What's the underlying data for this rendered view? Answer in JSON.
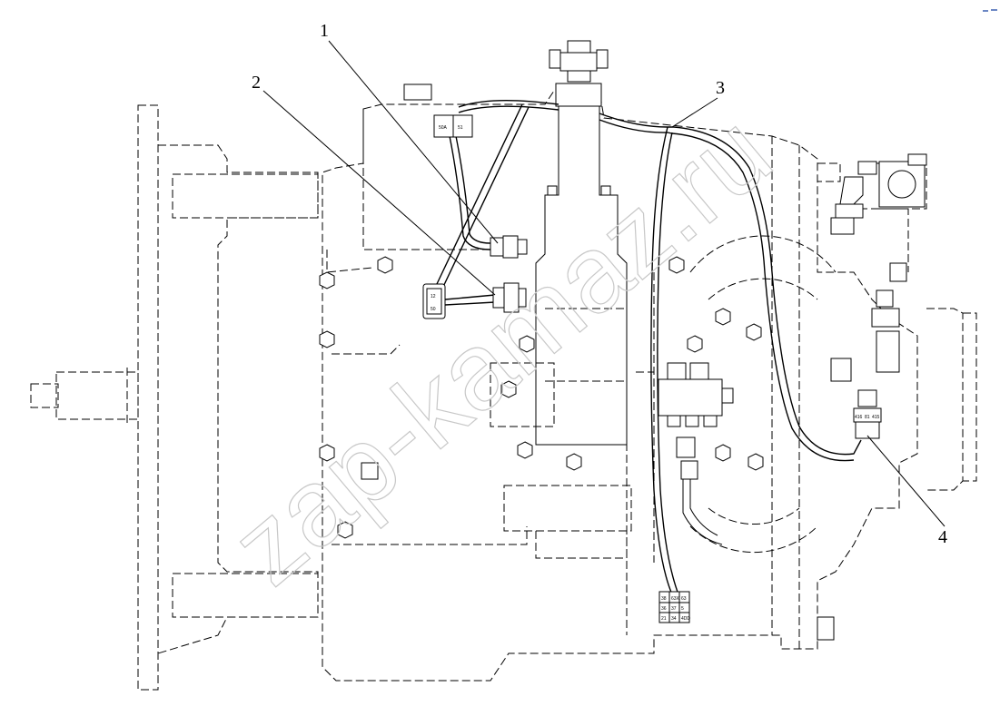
{
  "callouts": [
    {
      "label": "1"
    },
    {
      "label": "2"
    },
    {
      "label": "3"
    },
    {
      "label": "4"
    }
  ],
  "connectors": {
    "top_left": [
      "50A",
      "51"
    ],
    "side_left": [
      "12",
      "50"
    ],
    "bottom_center": [
      "38",
      "63X",
      "63",
      "36",
      "37",
      "5",
      "21",
      "34",
      "4DD"
    ],
    "right": [
      "416",
      "81",
      "415"
    ]
  },
  "watermark": "zap-kamaz.ru"
}
